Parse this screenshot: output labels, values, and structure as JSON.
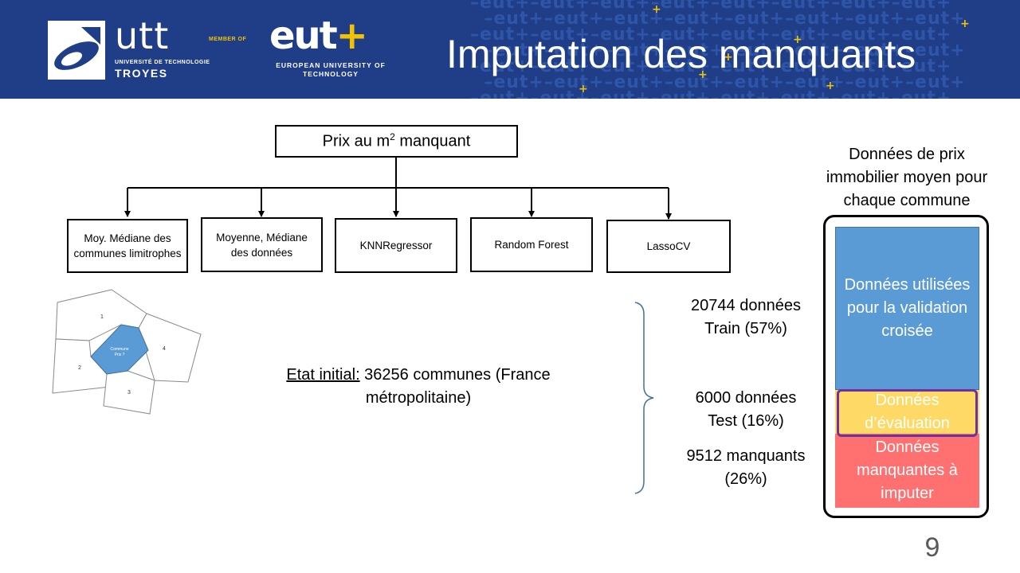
{
  "header": {
    "logo_utt_text": "utt",
    "logo_utt_subtitle": "UNIVERSITÉ DE TECHNOLOGIE",
    "logo_utt_city": "TROYES",
    "member_of": "MEMBER OF",
    "logo_eut_text": "eut",
    "logo_eut_plus": "+",
    "logo_eut_subtitle": "EUROPEAN UNIVERSITY OF TECHNOLOGY",
    "title": "Imputation des manquants"
  },
  "tree": {
    "root_prefix": "Prix au m",
    "root_superscript": "2",
    "root_suffix": " manquant",
    "methods": [
      {
        "label": "Moy. Médiane des communes limitrophes"
      },
      {
        "label": "Moyenne, Médiane des données"
      },
      {
        "label": "KNNRegressor"
      },
      {
        "label": "Random Forest"
      },
      {
        "label": "LassoCV"
      }
    ]
  },
  "commune_map": {
    "center_label_1": "Commune",
    "center_label_2": "Prix ?",
    "neighbors": [
      "1",
      "2",
      "3",
      "4"
    ],
    "center_color": "#5b9bd5"
  },
  "initial_state": {
    "label": "Etat initial:",
    "text": " 36256 communes (France métropolitaine)"
  },
  "splits": [
    {
      "line1": "20744 données",
      "line2": "Train (57%)"
    },
    {
      "line1": "6000 données",
      "line2": "Test (16%)"
    },
    {
      "line1": "9512 manquants",
      "line2": "(26%)"
    }
  ],
  "data_panel": {
    "caption": "Données de prix immobilier moyen pour chaque commune",
    "segments": [
      {
        "label": "Données utilisées pour la validation croisée",
        "color": "#5b9bd5"
      },
      {
        "label": "Données d’évaluation",
        "color": "#ffd966"
      },
      {
        "label": "Données manquantes à imputer",
        "color": "#ff7070"
      }
    ],
    "highlight_color": "#7030a0"
  },
  "page_number": "9",
  "colors": {
    "banner": "#1f3e87",
    "accent_yellow": "#f2c200"
  }
}
